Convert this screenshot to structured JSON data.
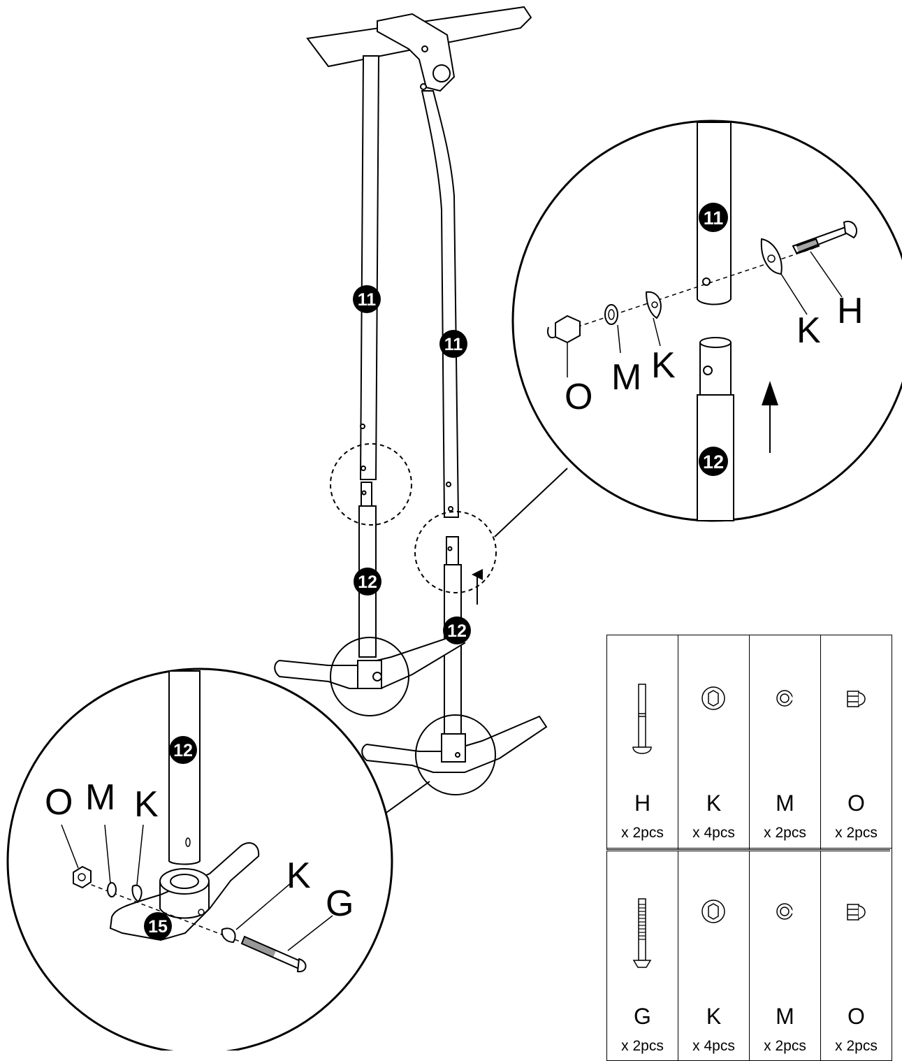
{
  "callout_top": {
    "part_numbers": [
      "11",
      "12"
    ],
    "labels": [
      "O",
      "M",
      "K",
      "K",
      "H"
    ]
  },
  "callout_bottom": {
    "part_numbers": [
      "12",
      "15"
    ],
    "labels": [
      "O",
      "M",
      "K",
      "K",
      "G"
    ]
  },
  "main_figure": {
    "part_numbers": [
      "11",
      "11",
      "12",
      "12"
    ]
  },
  "hardware_table": {
    "rows": [
      [
        {
          "letter": "H",
          "qty": "x 2pcs",
          "icon": "carriage-bolt-icon"
        },
        {
          "letter": "K",
          "qty": "x 4pcs",
          "icon": "curved-washer-icon"
        },
        {
          "letter": "M",
          "qty": "x 2pcs",
          "icon": "spring-washer-icon"
        },
        {
          "letter": "O",
          "qty": "x 2pcs",
          "icon": "cap-nut-icon"
        }
      ],
      [
        {
          "letter": "G",
          "qty": "x 2pcs",
          "icon": "carriage-bolt-icon"
        },
        {
          "letter": "K",
          "qty": "x 4pcs",
          "icon": "curved-washer-icon"
        },
        {
          "letter": "M",
          "qty": "x 2pcs",
          "icon": "spring-washer-icon"
        },
        {
          "letter": "O",
          "qty": "x 2pcs",
          "icon": "cap-nut-icon"
        }
      ]
    ]
  }
}
